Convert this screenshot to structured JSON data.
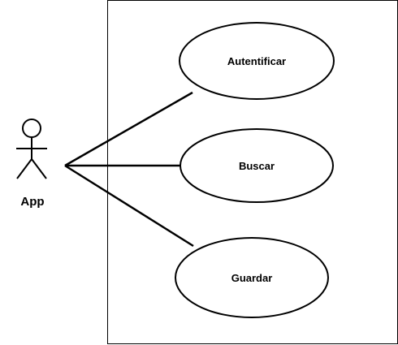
{
  "diagram": {
    "actor": {
      "label": "App",
      "icon": "stick-figure-icon"
    },
    "use_cases": [
      {
        "label": "Autentificar"
      },
      {
        "label": "Buscar"
      },
      {
        "label": "Guardar"
      }
    ],
    "colors": {
      "stroke": "#000000",
      "fill": "#ffffff"
    }
  }
}
